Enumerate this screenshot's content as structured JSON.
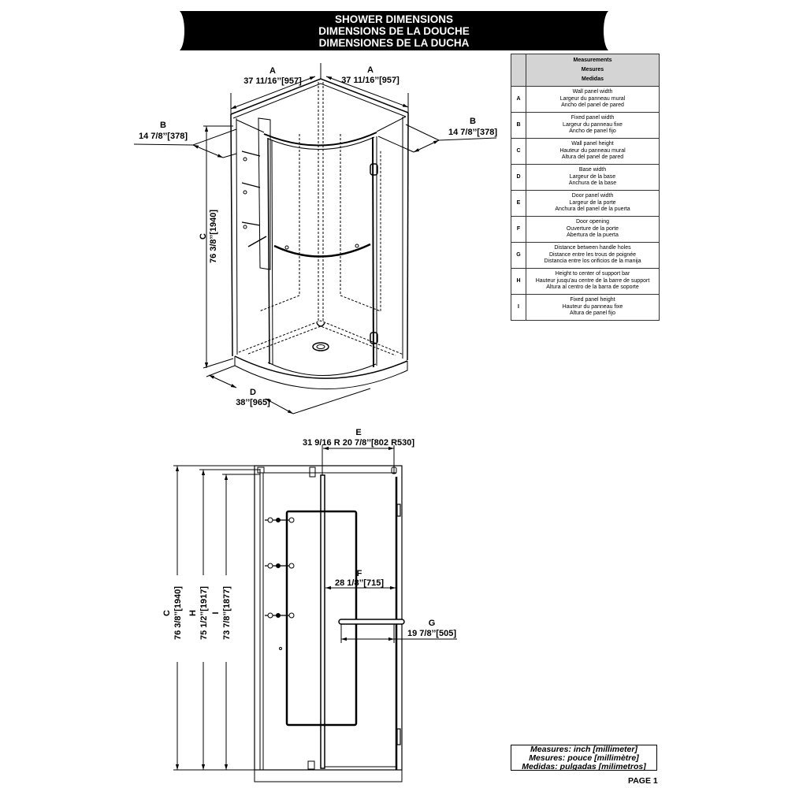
{
  "header": {
    "lines": [
      "SHOWER DIMENSIONS",
      "DIMENSIONS DE LA DOUCHE",
      "DIMENSIONES DE LA DUCHA"
    ]
  },
  "iso_view": {
    "A_left": {
      "letter": "A",
      "value": "37 11/16’’[957]"
    },
    "A_right": {
      "letter": "A",
      "value": "37 11/16’’[957]"
    },
    "B_left": {
      "letter": "B",
      "value": "14 7/8’’[378]"
    },
    "B_right": {
      "letter": "B",
      "value": "14 7/8’’[378]"
    },
    "C": {
      "letter": "C",
      "value": "76 3/8’’[1940]"
    },
    "D": {
      "letter": "D",
      "value": "38’’[965]"
    }
  },
  "front_view": {
    "E": {
      "letter": "E",
      "value": "31 9/16 R 20 7/8’’[802 R530]"
    },
    "F": {
      "letter": "F",
      "value": "28 1/8’’[715]"
    },
    "G": {
      "letter": "G",
      "value": "19 7/8’’[505]"
    },
    "C": {
      "letter": "C",
      "value": "76 3/8’’[1940]"
    },
    "H": {
      "letter": "H",
      "value": "75 1/2’’[1917]"
    },
    "I": {
      "letter": "I",
      "value": "73 7/8’’[1877]"
    }
  },
  "table": {
    "header": [
      "Measurements",
      "Mesures",
      "Medidas"
    ],
    "rows": [
      {
        "letter": "A",
        "lines": [
          "Wall panel width",
          "Largeur du panneau mural",
          "Ancho del panel de pared"
        ]
      },
      {
        "letter": "B",
        "lines": [
          "Fixed panel width",
          "Largeur du panneau fixe",
          "Ancho de panel fijo"
        ]
      },
      {
        "letter": "C",
        "lines": [
          "Wall panel height",
          "Hauteur du panneau mural",
          "Altura del panel de pared"
        ]
      },
      {
        "letter": "D",
        "lines": [
          "Base width",
          "Largeur de la base",
          "Anchura de la base"
        ]
      },
      {
        "letter": "E",
        "lines": [
          "Door panel width",
          "Largeur de la porte",
          "Anchura del panel de la puerta"
        ]
      },
      {
        "letter": "F",
        "lines": [
          "Door opening",
          "Ouverture de la porte",
          "Abertura de la puerta"
        ]
      },
      {
        "letter": "G",
        "lines": [
          "Distance between handle holes",
          "Distance entre les trous de poignée",
          "Distancia entre los orificios de la manija"
        ]
      },
      {
        "letter": "H",
        "lines": [
          "Height to center of support bar",
          "Hauteur jusqu'au centre de la barre de support",
          "Altura al centro de la barra de soporte"
        ]
      },
      {
        "letter": "I",
        "lines": [
          "Fixed panel height",
          "Hauteur du panneau fixe",
          "Altura de panel fijo"
        ]
      }
    ]
  },
  "units": [
    "Measures: inch [millimeter]",
    "Mesures: pouce [millimètre]",
    "Medidas: pulgadas [milimetros]"
  ],
  "page_label": "PAGE 1"
}
